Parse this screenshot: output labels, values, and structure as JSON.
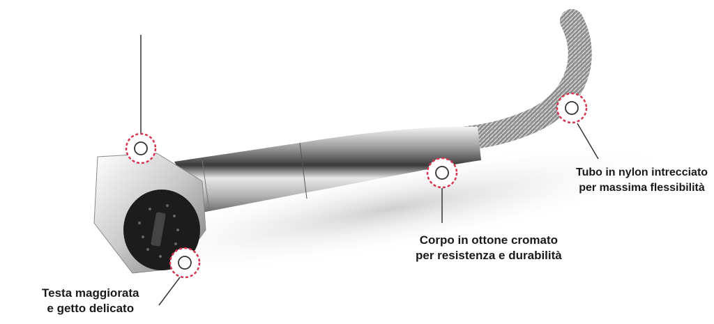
{
  "colors": {
    "marker_dash": "#d6334f",
    "text": "#1a1a1a",
    "leader": "#333333"
  },
  "callouts": [
    {
      "id": "head",
      "line1": "Testa maggiorata",
      "line2": "e getto delicato"
    },
    {
      "id": "body",
      "line1": "Corpo in ottone cromato",
      "line2": "per resistenza e durabilità"
    },
    {
      "id": "hose",
      "line1": "Tubo in nylon intrecciato",
      "line2": "per massima flessibilità"
    }
  ]
}
